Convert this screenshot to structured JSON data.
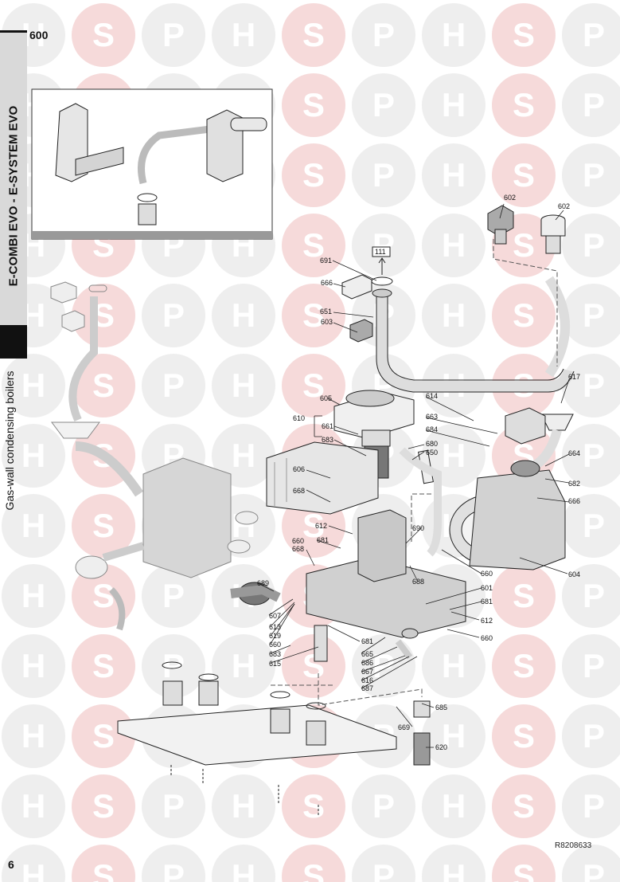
{
  "header": {
    "section": "600"
  },
  "sidebar": {
    "title": "E-COMBI EVO  -  E-SYSTEM EVO",
    "subtitle": "Gas-wall condensing boilers"
  },
  "footer": {
    "page_number": "6",
    "reference": "R8208633"
  },
  "watermark": {
    "letters": [
      "H",
      "S",
      "P"
    ],
    "color": "#f2c9c9"
  },
  "part_labels": [
    {
      "id": "lbl-602a",
      "text": "602"
    },
    {
      "id": "lbl-602b",
      "text": "602"
    },
    {
      "id": "lbl-111",
      "text": "111"
    },
    {
      "id": "lbl-691",
      "text": "691"
    },
    {
      "id": "lbl-666a",
      "text": "666"
    },
    {
      "id": "lbl-651",
      "text": "651"
    },
    {
      "id": "lbl-603",
      "text": "603"
    },
    {
      "id": "lbl-617",
      "text": "617"
    },
    {
      "id": "lbl-614",
      "text": "614"
    },
    {
      "id": "lbl-605",
      "text": "605"
    },
    {
      "id": "lbl-610",
      "text": "610"
    },
    {
      "id": "lbl-661",
      "text": "661"
    },
    {
      "id": "lbl-663",
      "text": "663"
    },
    {
      "id": "lbl-684",
      "text": "684"
    },
    {
      "id": "lbl-683a",
      "text": "683"
    },
    {
      "id": "lbl-680",
      "text": "680"
    },
    {
      "id": "lbl-650",
      "text": "650"
    },
    {
      "id": "lbl-664",
      "text": "664"
    },
    {
      "id": "lbl-606",
      "text": "606"
    },
    {
      "id": "lbl-682",
      "text": "682"
    },
    {
      "id": "lbl-668a",
      "text": "668"
    },
    {
      "id": "lbl-666b",
      "text": "666"
    },
    {
      "id": "lbl-612a",
      "text": "612"
    },
    {
      "id": "lbl-690",
      "text": "690"
    },
    {
      "id": "lbl-681a",
      "text": "681"
    },
    {
      "id": "lbl-660a",
      "text": "660"
    },
    {
      "id": "lbl-668b",
      "text": "668"
    },
    {
      "id": "lbl-660b",
      "text": "660"
    },
    {
      "id": "lbl-604",
      "text": "604"
    },
    {
      "id": "lbl-688",
      "text": "688"
    },
    {
      "id": "lbl-689",
      "text": "689"
    },
    {
      "id": "lbl-601",
      "text": "601"
    },
    {
      "id": "lbl-681b",
      "text": "681"
    },
    {
      "id": "lbl-607",
      "text": "607"
    },
    {
      "id": "lbl-612b",
      "text": "612"
    },
    {
      "id": "lbl-613",
      "text": "613"
    },
    {
      "id": "lbl-619",
      "text": "619"
    },
    {
      "id": "lbl-660c",
      "text": "660"
    },
    {
      "id": "lbl-660d",
      "text": "660"
    },
    {
      "id": "lbl-681c",
      "text": "681"
    },
    {
      "id": "lbl-683b",
      "text": "683"
    },
    {
      "id": "lbl-665",
      "text": "665"
    },
    {
      "id": "lbl-615",
      "text": "615"
    },
    {
      "id": "lbl-686",
      "text": "686"
    },
    {
      "id": "lbl-667",
      "text": "667"
    },
    {
      "id": "lbl-616",
      "text": "616"
    },
    {
      "id": "lbl-687",
      "text": "687"
    },
    {
      "id": "lbl-685",
      "text": "685"
    },
    {
      "id": "lbl-669",
      "text": "669"
    },
    {
      "id": "lbl-620",
      "text": "620"
    }
  ]
}
